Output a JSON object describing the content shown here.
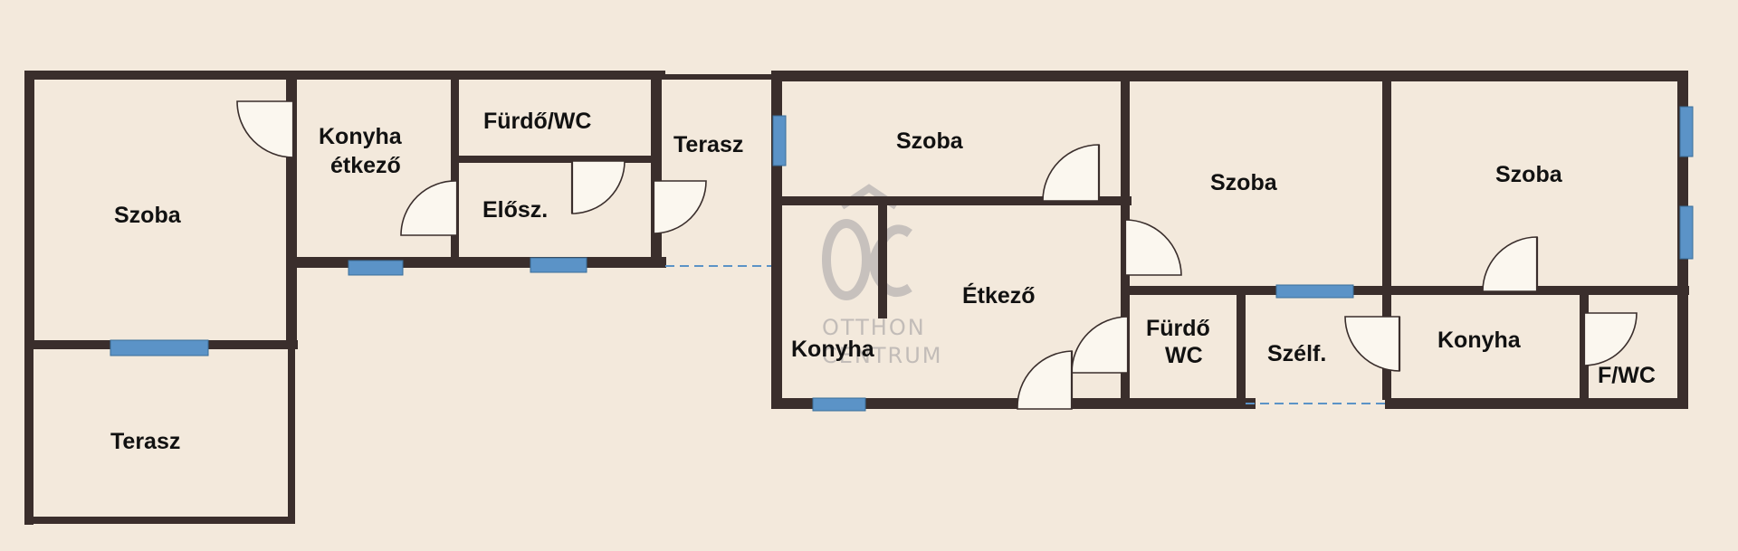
{
  "plan": {
    "rooms": {
      "szoba_left": "Szoba",
      "terasz_left": "Terasz",
      "konyha_etkezo_1": "Konyha",
      "konyha_etkezo_2": "étkező",
      "furdo_wc_top": "Fürdő/WC",
      "elosz": "Elősz.",
      "terasz_mid": "Terasz",
      "szoba_mid": "Szoba",
      "etkezo": "Étkező",
      "konyha_mid": "Konyha",
      "szoba_center": "Szoba",
      "furdo_1": "Fürdő",
      "furdo_2": "WC",
      "szelf": "Szélf.",
      "szoba_right": "Szoba",
      "konyha_right": "Konyha",
      "fwc": "F/WC"
    },
    "watermark": {
      "monogram": "OC",
      "line1": "OTTHON",
      "line2": "CENTRUM"
    }
  },
  "colors": {
    "background": "#f3e9dc",
    "wall": "#3a2e2c",
    "window": "#5b93c7"
  }
}
